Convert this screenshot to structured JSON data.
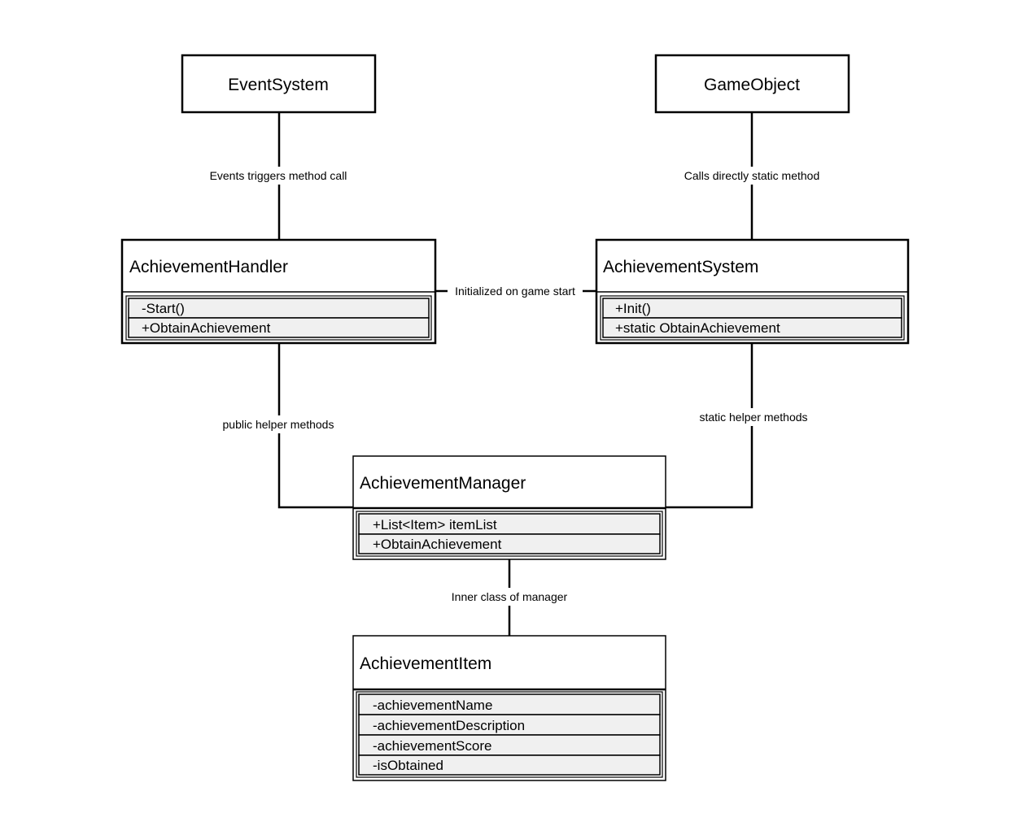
{
  "nodes": {
    "event_system": {
      "title": "EventSystem"
    },
    "game_object": {
      "title": "GameObject"
    }
  },
  "classes": {
    "achievement_handler": {
      "title": "AchievementHandler",
      "members": [
        "-Start()",
        "+ObtainAchievement"
      ]
    },
    "achievement_system": {
      "title": "AchievementSystem",
      "members": [
        "+Init()",
        "+static ObtainAchievement"
      ]
    },
    "achievement_manager": {
      "title": "AchievementManager",
      "members": [
        "+List<Item> itemList",
        "+ObtainAchievement"
      ]
    },
    "achievement_item": {
      "title": "AchievementItem",
      "members": [
        "-achievementName",
        "-achievementDescription",
        "-achievementScore",
        "-isObtained"
      ]
    }
  },
  "edges": {
    "event_to_handler": "Events triggers method call",
    "gameobject_to_system": "Calls directly static method",
    "handler_to_system": "Initialized on game start",
    "handler_to_manager": "public helper methods",
    "system_to_manager": "static helper methods",
    "manager_to_item": "Inner class of manager"
  },
  "colors": {
    "line": "#000000",
    "member_fill": "#f0f0f0",
    "box_fill": "#ffffff"
  }
}
